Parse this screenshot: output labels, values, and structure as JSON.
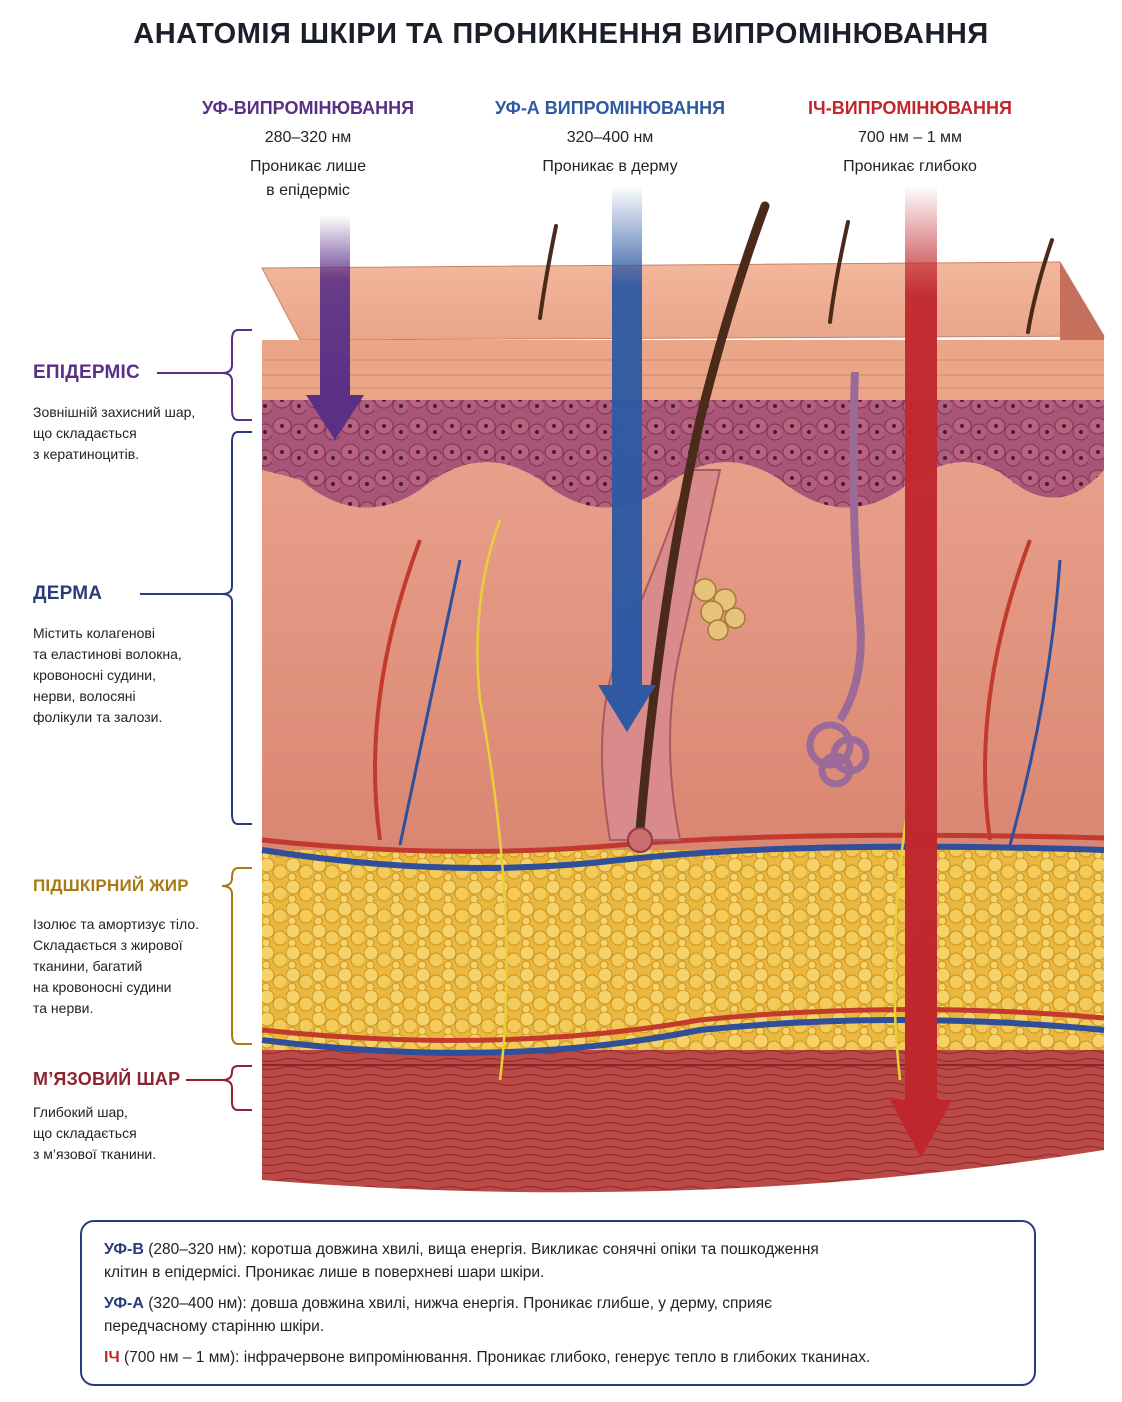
{
  "title": "АНАТОМІЯ ШКІРИ ТА ПРОНИКНЕННЯ ВИПРОМІНЮВАННЯ",
  "colors": {
    "uvb": "#5a2f86",
    "uva": "#2f5aa3",
    "ir": "#c0272d",
    "fat": "#a97a14",
    "muscle": "#8d2430",
    "navy": "#2a3d7a"
  },
  "radiation": [
    {
      "name": "УФ-ВИПРОМІНЮВАННЯ",
      "range": "280–320 нм",
      "desc_line1": "Проникає лише",
      "desc_line2": "в епідерміс"
    },
    {
      "name": "УФ-А ВИПРОМІНЮВАННЯ",
      "range": "320–400 нм",
      "desc_line1": "Проникає в дерму",
      "desc_line2": ""
    },
    {
      "name": "ІЧ-ВИПРОМІНЮВАННЯ",
      "range": "700 нм – 1 мм",
      "desc_line1": "Проникає глибоко",
      "desc_line2": ""
    }
  ],
  "layers": [
    {
      "name": "ЕПІДЕРМІС",
      "lines": [
        "Зовнішній захисний шар,",
        "що складається",
        "з кератиноцитів."
      ]
    },
    {
      "name": "ДЕРМА",
      "lines": [
        "Містить колагенові",
        "та еластинові волокна,",
        "кровоносні судини,",
        "нерви, волосяні",
        "фолікули та залози."
      ]
    },
    {
      "name": "ПІДШКІРНИЙ ЖИР",
      "lines": [
        "Ізолює та амортизує тіло.",
        "Складається з жирової",
        "тканини, багатий",
        "на кровоносні судини",
        "та нерви."
      ]
    },
    {
      "name": "М’ЯЗОВИЙ ШАР",
      "lines": [
        "Глибокий шар,",
        "що складається",
        "з м’язової тканини."
      ]
    }
  ],
  "legend": [
    {
      "key": "УФ-В",
      "line1": " (280–320 нм): коротша довжина хвилі, вища енергія. Викликає сонячні опіки та пошкодження",
      "line2": "клітин в епідермісі. Проникає лише в поверхневі шари шкіри."
    },
    {
      "key": "УФ-А",
      "line1": " (320–400 нм): довша довжина хвилі, нижча енергія. Проникає глибше, у дерму, сприяє",
      "line2": "передчасному старінню шкіри."
    },
    {
      "key": "ІЧ",
      "line1": " (700 нм – 1 мм): інфрачервоне випромінювання. Проникає глибоко, генерує тепло в глибоких тканинах.",
      "line2": ""
    }
  ]
}
